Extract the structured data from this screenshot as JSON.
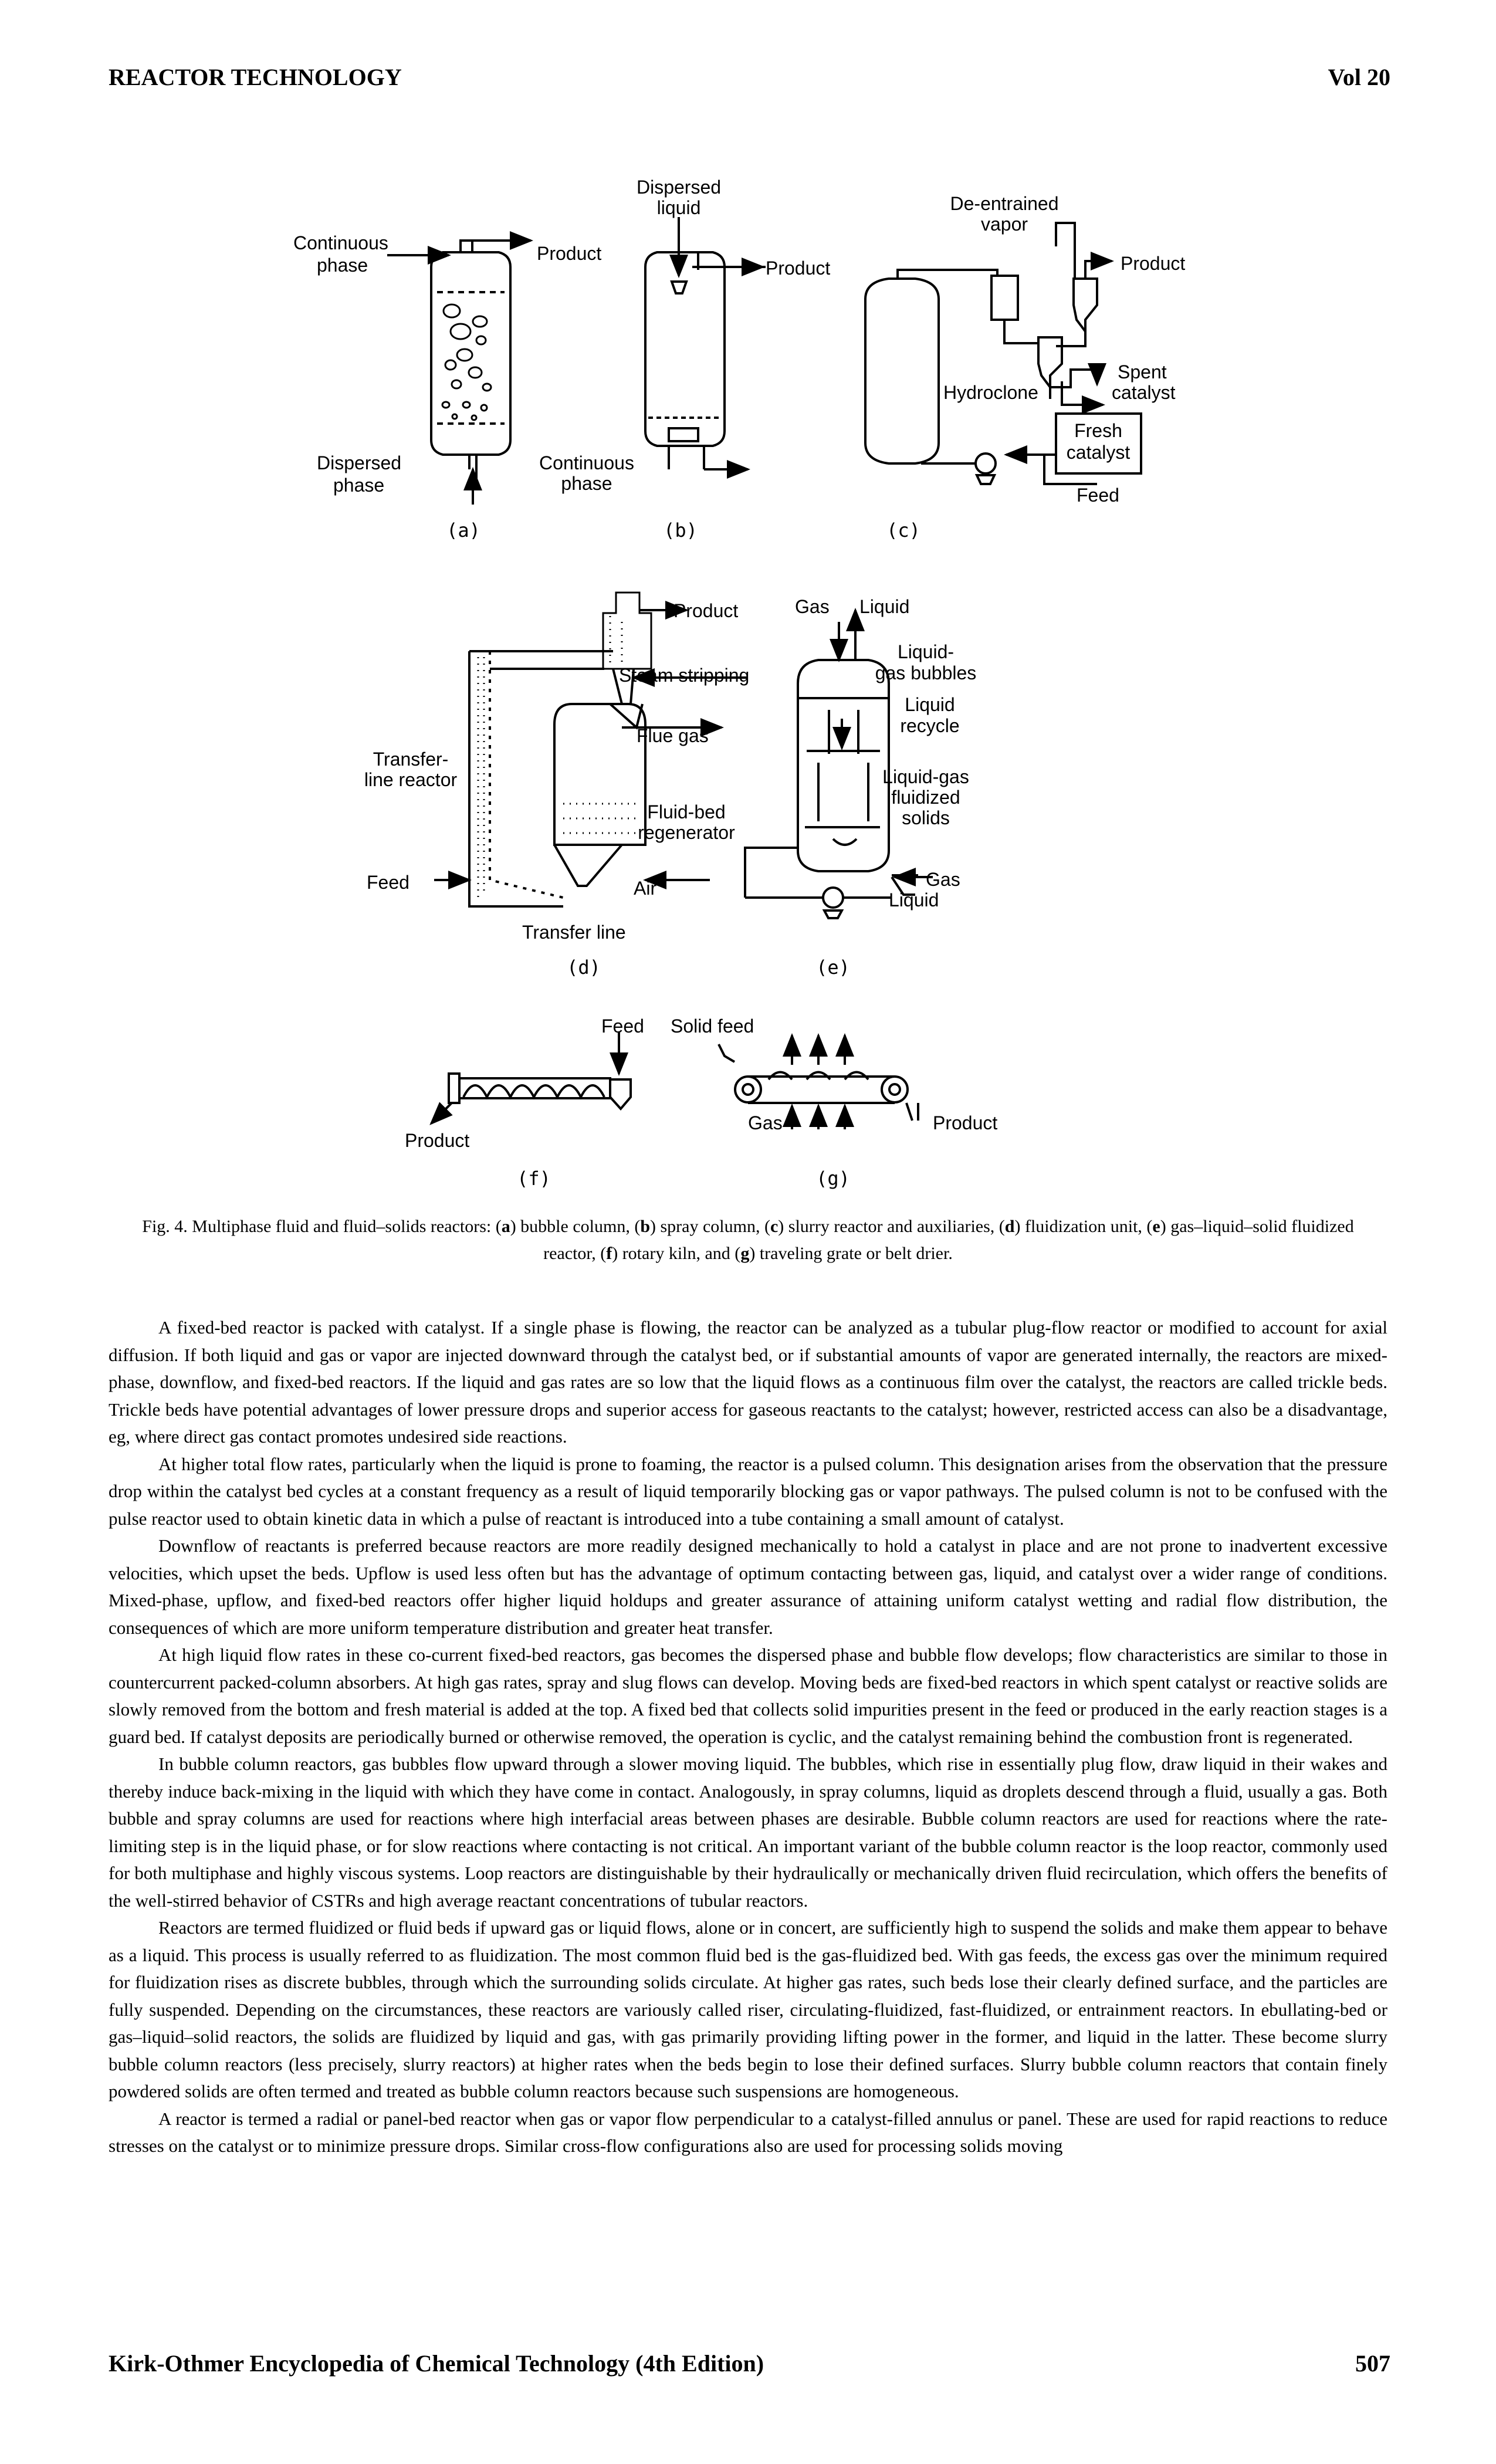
{
  "header": {
    "left": "REACTOR TECHNOLOGY",
    "right": "Vol 20"
  },
  "figure": {
    "a": {
      "panel": "(a)",
      "continuous1": "Continuous",
      "continuous2": "phase",
      "product": "Product",
      "dispersed1": "Dispersed",
      "dispersed2": "phase"
    },
    "b": {
      "panel": "(b)",
      "dispersed1": "Dispersed",
      "dispersed2": "liquid",
      "product": "Product",
      "continuous1": "Continuous",
      "continuous2": "phase"
    },
    "c": {
      "panel": "(c)",
      "deentrained1": "De-entrained",
      "deentrained2": "vapor",
      "product": "Product",
      "spent1": "Spent",
      "spent2": "catalyst",
      "hydroclone": "Hydroclone",
      "fresh1": "Fresh",
      "fresh2": "catalyst",
      "feed": "Feed"
    },
    "d": {
      "panel": "(d)",
      "product": "Product",
      "steam": "Steam stripping",
      "flue": "Flue gas",
      "transfer1": "Transfer-",
      "transfer2": "line reactor",
      "fluid1": "Fluid-bed",
      "fluid2": "regenerator",
      "feed": "Feed",
      "air": "Air",
      "transferline": "Transfer line"
    },
    "e": {
      "panel": "(e)",
      "gas_top": "Gas",
      "liquid_top": "Liquid",
      "lgb1": "Liquid-",
      "lgb2": "gas bubbles",
      "recycle1": "Liquid",
      "recycle2": "recycle",
      "lgf1": "Liquid-gas",
      "lgf2": "fluidized",
      "lgf3": "solids",
      "gas_bottom": "Gas",
      "liquid_bottom": "Liquid"
    },
    "f": {
      "panel": "(f)",
      "feed": "Feed",
      "product": "Product"
    },
    "g": {
      "panel": "(g)",
      "solid_feed": "Solid feed",
      "gas": "Gas",
      "product": "Product"
    }
  },
  "caption": {
    "prefix": "Fig. 4. Multiphase fluid and fluid–solids reactors: (",
    "a": "a",
    "t1": ") bubble column, (",
    "b": "b",
    "t2": ") spray column, (",
    "c": "c",
    "t3": ") slurry reactor and auxiliaries, (",
    "d": "d",
    "t4": ") fluidization unit, (",
    "e": "e",
    "t5": ") gas–liquid–solid fluidized reactor, (",
    "f": "f",
    "t6": ") rotary kiln, and (",
    "g": "g",
    "t7": ") traveling grate or belt drier."
  },
  "paragraphs": [
    "A fixed-bed reactor is packed with catalyst. If a single phase is flowing, the reactor can be analyzed as a tubular plug-flow reactor or modified to account for axial diffusion. If both liquid and gas or vapor are injected downward through the catalyst bed, or if substantial amounts of vapor are generated internally, the reactors are mixed-phase, downflow, and fixed-bed reactors. If the liquid and gas rates are so low that the liquid flows as a continuous film over the catalyst, the reactors are called trickle beds. Trickle beds have potential advantages of lower pressure drops and superior access for gaseous reactants to the catalyst; however, restricted access can also be a disadvantage, eg, where direct gas contact promotes undesired side reactions.",
    "At higher total flow rates, particularly when the liquid is prone to foaming, the reactor is a pulsed column. This designation arises from the observation that the pressure drop within the catalyst bed cycles at a constant frequency as a result of liquid temporarily blocking gas or vapor pathways. The pulsed column is not to be confused with the pulse reactor used to obtain kinetic data in which a pulse of reactant is introduced into a tube containing a small amount of catalyst.",
    "Downflow of reactants is preferred because reactors are more readily designed mechanically to hold a catalyst in place and are not prone to inadvertent excessive velocities, which upset the beds. Upflow is used less often but has the advantage of optimum contacting between gas, liquid, and catalyst over a wider range of conditions. Mixed-phase, upflow, and fixed-bed reactors offer higher liquid holdups and greater assurance of attaining uniform catalyst wetting and radial flow distribution, the consequences of which are more uniform temperature distribution and greater heat transfer.",
    "At high liquid flow rates in these co-current fixed-bed reactors, gas becomes the dispersed phase and bubble flow develops; flow characteristics are similar to those in countercurrent packed-column absorbers. At high gas rates, spray and slug flows can develop. Moving beds are fixed-bed reactors in which spent catalyst or reactive solids are slowly removed from the bottom and fresh material is added at the top. A fixed bed that collects solid impurities present in the feed or produced in the early reaction stages is a guard bed. If catalyst deposits are periodically burned or otherwise removed, the operation is cyclic, and the catalyst remaining behind the combustion front is regenerated.",
    "In bubble column reactors, gas bubbles flow upward through a slower moving liquid. The bubbles, which rise in essentially plug flow, draw liquid in their wakes and thereby induce back-mixing in the liquid with which they have come in contact. Analogously, in spray columns, liquid as droplets descend through a fluid, usually a gas. Both bubble and spray columns are used for reactions where high interfacial areas between phases are desirable. Bubble column reactors are used for reactions where the rate-limiting step is in the liquid phase, or for slow reactions where contacting is not critical. An important variant of the bubble column reactor is the loop reactor, commonly used for both multiphase and highly viscous systems. Loop reactors are distinguishable by their hydraulically or mechanically driven fluid recirculation, which offers the benefits of the well-stirred behavior of CSTRs and high average reactant concentrations of tubular reactors.",
    "Reactors are termed fluidized or fluid beds if upward gas or liquid flows, alone or in concert, are sufficiently high to suspend the solids and make them appear to behave as a liquid. This process is usually referred to as fluidization. The most common fluid bed is the gas-fluidized bed. With gas feeds, the excess gas over the minimum required for fluidization rises as discrete bubbles, through which the surrounding solids circulate. At higher gas rates, such beds lose their clearly defined surface, and the particles are fully suspended. Depending on the circumstances, these reactors are variously called riser, circulating-fluidized, fast-fluidized, or entrainment reactors. In ebullating-bed or gas–liquid–solid reactors, the solids are fluidized by liquid and gas, with gas primarily providing lifting power in the former, and liquid in the latter. These become slurry bubble column reactors (less precisely, slurry reactors) at higher rates when the beds begin to lose their defined surfaces. Slurry bubble column reactors that contain finely powdered solids are often termed and treated as bubble column reactors because such suspensions are homogeneous.",
    "A reactor is termed a radial or panel-bed reactor when gas or vapor flow perpendicular to a catalyst-filled annulus or panel. These are used for rapid reactions to reduce stresses on the catalyst or to minimize pressure drops. Similar cross-flow configurations also are used for processing solids moving"
  ],
  "footer": {
    "left": "Kirk-Othmer Encyclopedia of Chemical Technology (4th Edition)",
    "right": "507"
  }
}
